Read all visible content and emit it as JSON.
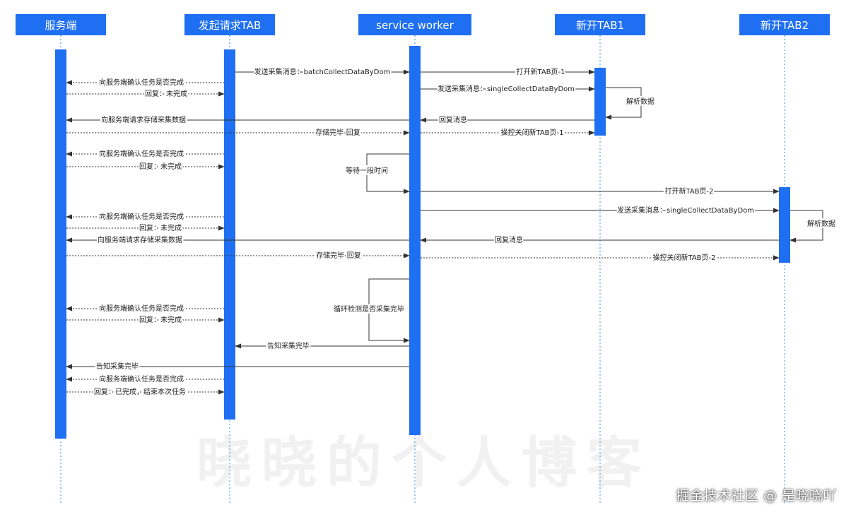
{
  "colors": {
    "accent": "#1f6ff2",
    "header_text": "#ffffff",
    "lifeline": "#2f8fe8",
    "arrow": "#333333",
    "label": "#222222"
  },
  "participants": [
    {
      "id": "server",
      "label": "服务端"
    },
    {
      "id": "tab",
      "label": "发起请求TAB"
    },
    {
      "id": "sw",
      "label": "service worker"
    },
    {
      "id": "tab1",
      "label": "新开TAB1"
    },
    {
      "id": "tab2",
      "label": "新开TAB2"
    }
  ],
  "messages": [
    {
      "from": "tab",
      "to": "sw",
      "label": "发送采集消息：batchCollectDataByDom",
      "style": "solid"
    },
    {
      "from": "sw",
      "to": "tab1",
      "label": "打开新TAB页-1",
      "style": "solid"
    },
    {
      "from": "tab",
      "to": "server",
      "label": "向服务端确认任务是否完成",
      "style": "dotted"
    },
    {
      "from": "sw",
      "to": "tab1",
      "label": "发送采集消息：singleCollectDataByDom",
      "style": "solid"
    },
    {
      "from": "server",
      "to": "tab",
      "label": "回复：未完成",
      "style": "dotted"
    },
    {
      "self": "tab1",
      "label": "解析数据"
    },
    {
      "from": "tab1",
      "to": "sw",
      "label": "回复消息",
      "style": "solid"
    },
    {
      "from": "sw",
      "to": "server",
      "label": "向服务端请求存储采集数据",
      "style": "solid"
    },
    {
      "from": "server",
      "to": "sw",
      "label": "存储完毕-回复",
      "style": "dotted"
    },
    {
      "from": "sw",
      "to": "tab1",
      "label": "操控关闭新TAB页-1",
      "style": "dotted"
    },
    {
      "from": "tab",
      "to": "server",
      "label": "向服务端确认任务是否完成",
      "style": "dotted"
    },
    {
      "loop": "sw",
      "label": "等待一段时间"
    },
    {
      "from": "server",
      "to": "tab",
      "label": "回复：未完成",
      "style": "dotted"
    },
    {
      "from": "sw",
      "to": "tab2",
      "label": "打开新TAB页-2",
      "style": "solid"
    },
    {
      "from": "sw",
      "to": "tab2",
      "label": "发送采集消息：singleCollectDataByDom",
      "style": "solid"
    },
    {
      "from": "tab",
      "to": "server",
      "label": "向服务端确认任务是否完成",
      "style": "dotted"
    },
    {
      "self": "tab2",
      "label": "解析数据"
    },
    {
      "from": "server",
      "to": "tab",
      "label": "回复：未完成",
      "style": "dotted"
    },
    {
      "from": "sw",
      "to": "server",
      "label": "向服务端请求存储采集数据",
      "style": "solid"
    },
    {
      "from": "tab2",
      "to": "sw",
      "label": "回复消息",
      "style": "solid"
    },
    {
      "from": "server",
      "to": "sw",
      "label": "存储完毕-回复",
      "style": "dotted"
    },
    {
      "from": "sw",
      "to": "tab2",
      "label": "操控关闭新TAB页-2",
      "style": "dotted"
    },
    {
      "loop": "sw",
      "label": "循环检测是否采集完毕"
    },
    {
      "from": "tab",
      "to": "server",
      "label": "向服务端确认任务是否完成",
      "style": "dotted"
    },
    {
      "from": "server",
      "to": "tab",
      "label": "回复：未完成",
      "style": "dotted"
    },
    {
      "from": "sw",
      "to": "tab",
      "label": "告知采集完毕",
      "style": "solid"
    },
    {
      "from": "sw",
      "to": "server",
      "label": "告知采集完毕",
      "style": "solid"
    },
    {
      "from": "tab",
      "to": "server",
      "label": "向服务端确认任务是否完成",
      "style": "dotted"
    },
    {
      "from": "server",
      "to": "tab",
      "label": "回复：已完成，结束本次任务",
      "style": "dotted"
    }
  ],
  "watermark": {
    "background_text": "晓晓的个人博客",
    "footer": "掘金技术社区 @ 是晓晓吖"
  }
}
